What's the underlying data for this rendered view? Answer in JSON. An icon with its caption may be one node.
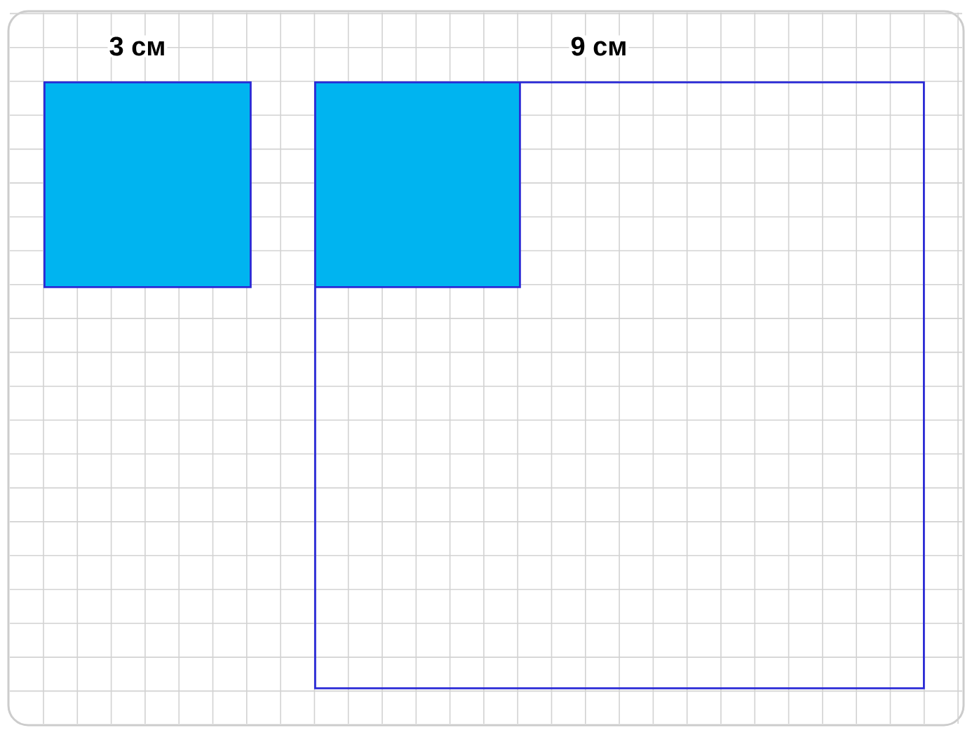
{
  "diagram": {
    "nodes": [
      {
        "text": [],
        "shape": "box"
      },
      {
        "text": [],
        "shape": "box"
      },
      {
        "text": [],
        "shape": "box",
        "in": 1
      }
    ],
    "labels": [
      "3 см",
      "9 см"
    ]
  }
}
